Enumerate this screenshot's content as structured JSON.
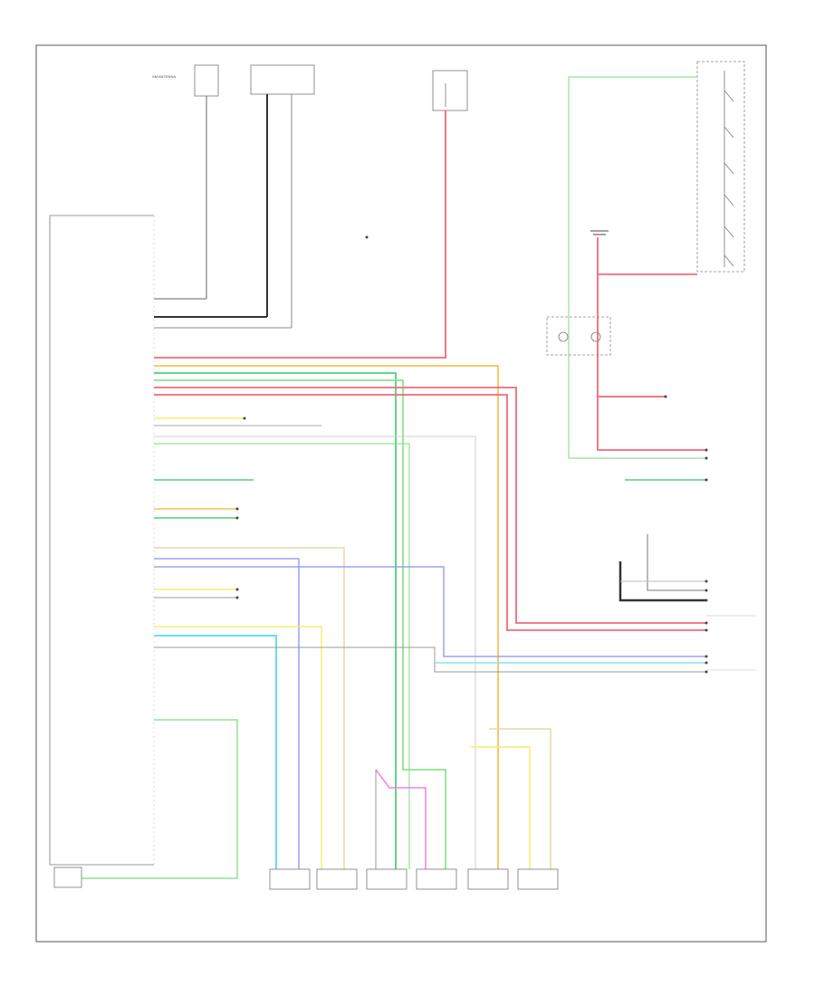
{
  "diagram": {
    "footer_code": "",
    "wire_colors": {
      "red": "#f06a78",
      "green": "#4fd07a",
      "light_green": "#8fe38f",
      "orange": "#f6c257",
      "yellow": "#f3ee6a",
      "blue": "#9aa4ee",
      "light_blue": "#85e4f2",
      "cyan": "#57dbe8",
      "pink": "#f57ee6",
      "tan": "#e6d9a6",
      "black": "#333333",
      "gray": "#999999",
      "light_gray": "#cfcfcf"
    },
    "components": [
      {
        "id": "xm-antenna",
        "label": ""
      },
      {
        "id": "radio-antenna",
        "label": ""
      },
      {
        "id": "fuse-block",
        "label": ""
      },
      {
        "id": "steering-wheel-controls",
        "label": ""
      },
      {
        "id": "inflatable-restraint-module",
        "label": ""
      },
      {
        "id": "radio",
        "label": ""
      },
      {
        "id": "radio-antenna-2",
        "label": ""
      },
      {
        "id": "amplifier-connector",
        "label": ""
      },
      {
        "id": "right-rear-speaker",
        "label": ""
      },
      {
        "id": "left-rear-speaker",
        "label": ""
      },
      {
        "id": "right-front-door-speaker",
        "label": ""
      },
      {
        "id": "right-front-tweeter",
        "label": ""
      },
      {
        "id": "left-front-door-speaker",
        "label": ""
      },
      {
        "id": "left-front-tweeter",
        "label": ""
      }
    ]
  }
}
